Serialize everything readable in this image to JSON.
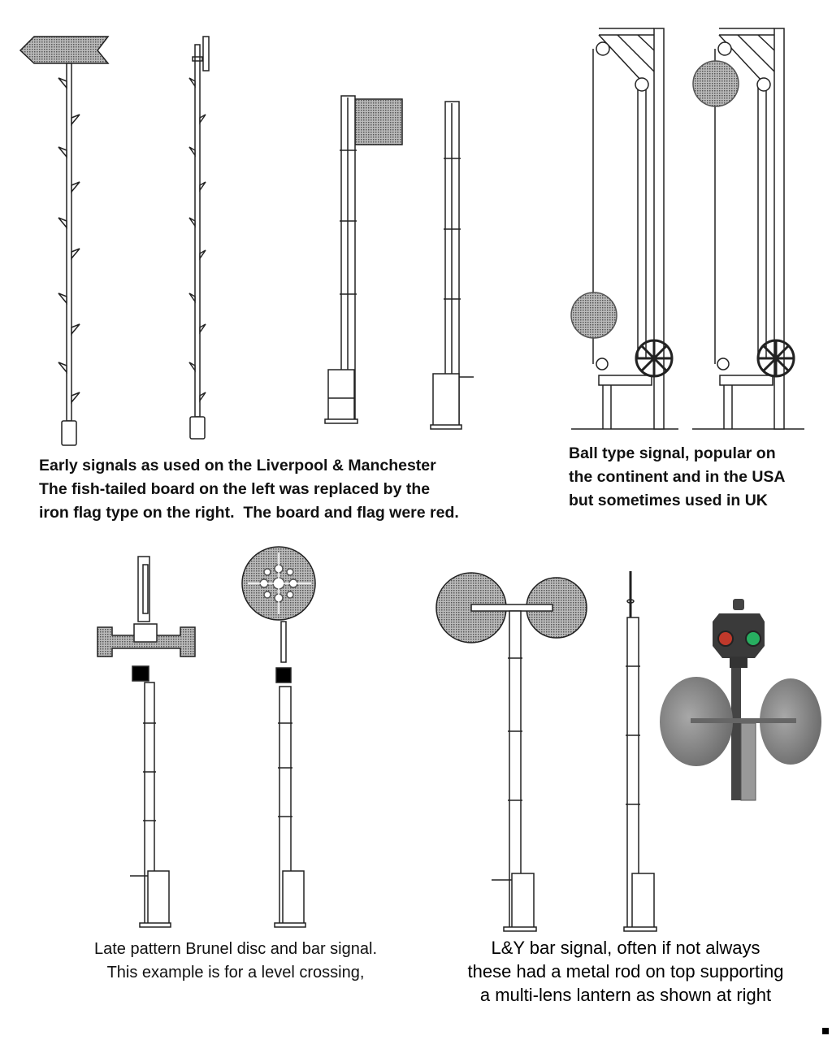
{
  "captions": {
    "early_signals": [
      "Early signals as used on the Liverpool & Manchester",
      "The fish-tailed board on the left was replaced by the",
      "iron flag type on the right.  The board and flag were red."
    ],
    "ball_signal": [
      "Ball type signal, popular on",
      "the continent and in the USA",
      "but sometimes used in UK"
    ],
    "brunel_signal": [
      "Late pattern Brunel disc and bar signal.",
      "This example is for a level crossing,"
    ],
    "ly_bar_signal": [
      "L&Y bar signal, often if not always",
      "these had a metal rod on top supporting",
      "a multi-lens lantern as shown at right"
    ]
  },
  "colors": {
    "line": "#222222",
    "hatch": "#8a8a8a",
    "lens_red": "#c0392b",
    "lens_green": "#27ae60",
    "paddle": "#8c8c8c"
  }
}
